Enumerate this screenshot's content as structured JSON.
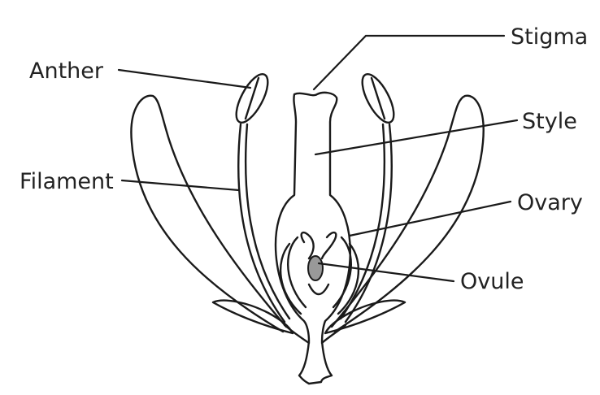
{
  "diagram": {
    "labels": {
      "anther": "Anther",
      "filament": "Filament",
      "stigma": "Stigma",
      "style": "Style",
      "ovary": "Ovary",
      "ovule": "Ovule"
    }
  },
  "colors": {
    "stroke": "#1a1a1a",
    "ovule_fill": "#999999",
    "background": "#ffffff"
  }
}
